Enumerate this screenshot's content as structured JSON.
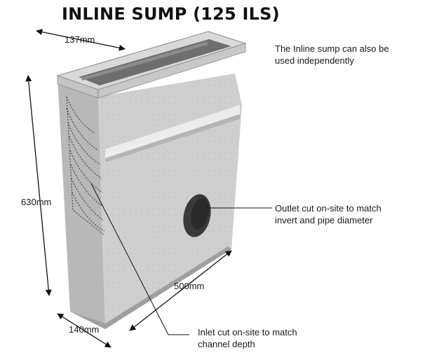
{
  "title": "INLINE SUMP (125 ILS)",
  "notes": {
    "independent": [
      "The Inline sump can also be",
      "used independently"
    ],
    "outlet": [
      "Outlet cut on-site to match",
      "invert and pipe diameter"
    ],
    "inlet": [
      "Inlet cut on-site to match",
      "channel depth"
    ]
  },
  "dimensions": {
    "top_width": "137mm",
    "height": "630mm",
    "length": "500mm",
    "bottom_width": "140mm"
  },
  "colors": {
    "concrete_light": "#d6d6d6",
    "concrete_mid": "#bdbdbd",
    "concrete_dark": "#9e9e9e",
    "band": "#e9e9e9",
    "hole": "#333333"
  }
}
